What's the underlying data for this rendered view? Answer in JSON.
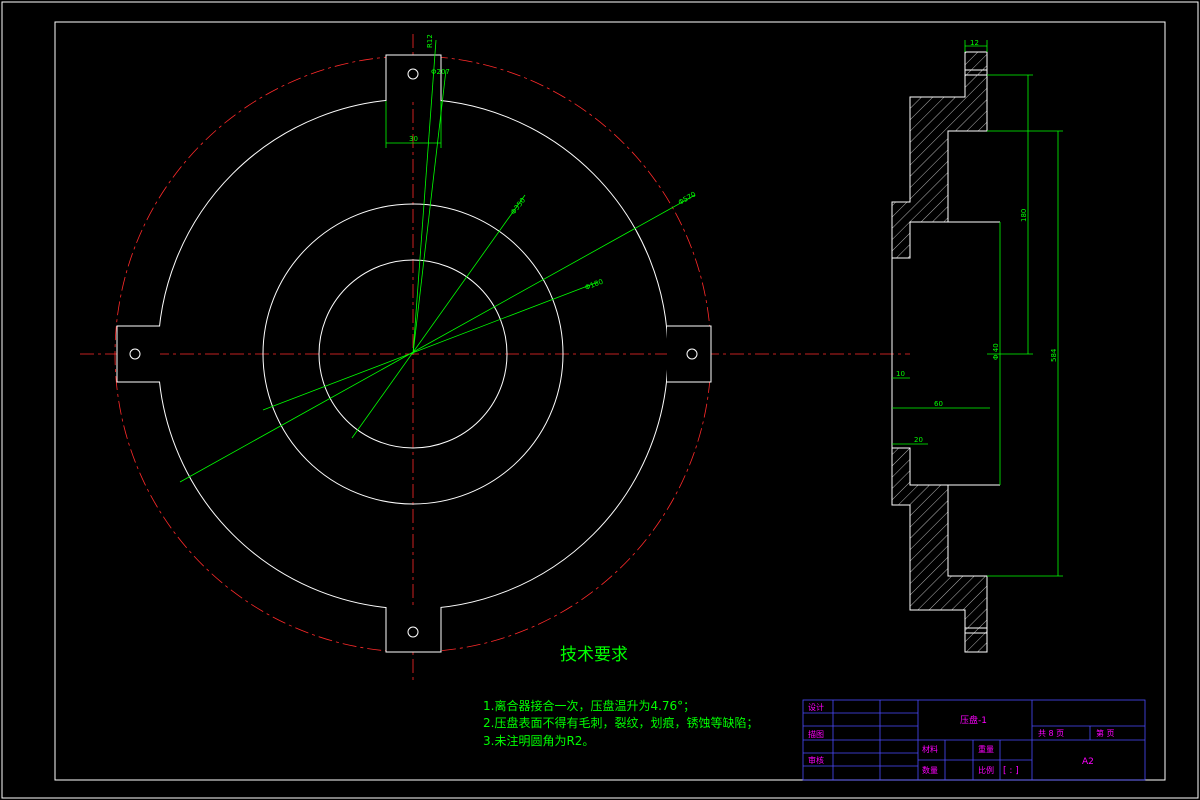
{
  "colors": {
    "outline": "#ffffff",
    "centerline": "#ff2a2a",
    "dimension": "#00ff00",
    "titleblock": "#ff00ff",
    "background": "#000000"
  },
  "front_view_dims": {
    "hole_radius": "R12",
    "hole_dia": "Φ207",
    "tab_width": "30",
    "dia_inner_ring": "Φ350",
    "dia_outer": "Φ570",
    "dia_center": "Φ180"
  },
  "side_view_dims": {
    "top_width": "12",
    "d1": "180",
    "d2": "584",
    "d3": "Φ 40",
    "w1": "10",
    "w2": "60",
    "w3": "20"
  },
  "requirements": {
    "title": "技术要求",
    "items": [
      "1.离合器接合一次，压盘温升为4.76°；",
      "2.压盘表面不得有毛刺，裂纹，划痕，锈蚀等缺陷；",
      "3.未注明圆角为R2。"
    ]
  },
  "title_block": {
    "design": "设计",
    "draw": "描图",
    "review": "审核",
    "part_name": "压盘-1",
    "sheet_total": "共 8 页",
    "sheet_no": "第 页",
    "material": "材料",
    "weight": "重量",
    "quantity": "数量",
    "scale": "比例",
    "scale_value": "[ : ]",
    "paper": "A2"
  }
}
